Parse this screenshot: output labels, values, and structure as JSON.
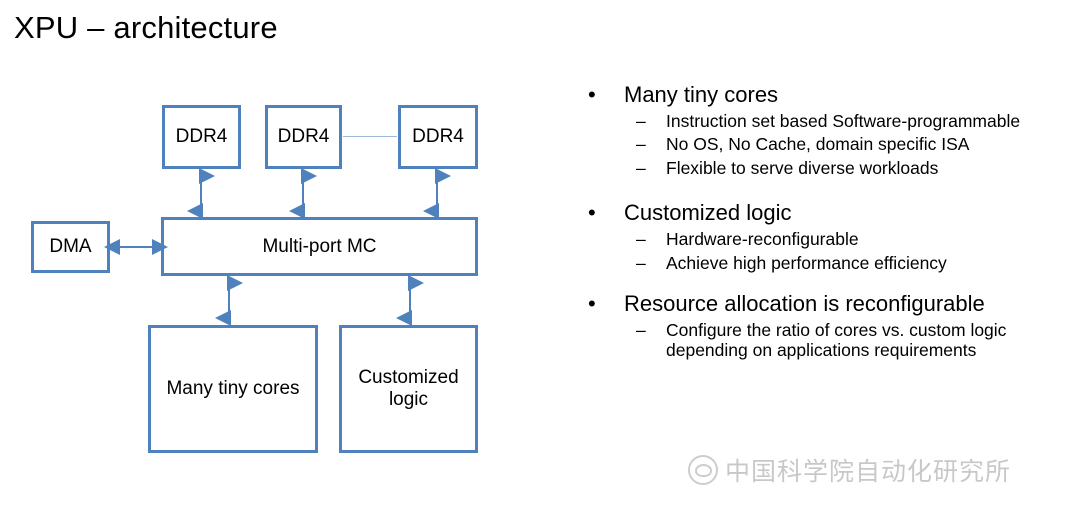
{
  "slide": {
    "title": "XPU – architecture"
  },
  "diagram": {
    "nodes": [
      {
        "id": "ddr4-1",
        "label": "DDR4"
      },
      {
        "id": "ddr4-2",
        "label": "DDR4"
      },
      {
        "id": "ddr4-3",
        "label": "DDR4"
      },
      {
        "id": "dma",
        "label": "DMA"
      },
      {
        "id": "mc",
        "label": "Multi-port MC"
      },
      {
        "id": "cores",
        "label": "Many tiny cores"
      },
      {
        "id": "custom",
        "label": "Customized logic"
      }
    ],
    "colors": {
      "node_border": "#4f81bd",
      "node_fill": "#ffffff",
      "arrow": "#4f81bd",
      "link_line": "#9db8d8"
    }
  },
  "bullets": [
    {
      "text": "Many tiny cores",
      "sub": [
        "Instruction set based Software-programmable",
        "No OS, No Cache, domain specific ISA",
        "Flexible to serve diverse workloads"
      ]
    },
    {
      "text": "Customized logic",
      "sub": [
        "Hardware-reconfigurable",
        "Achieve high performance efficiency"
      ]
    },
    {
      "text": "Resource allocation is reconfigurable",
      "sub": [
        "Configure the ratio of cores vs. custom logic depending on applications requirements"
      ]
    }
  ],
  "marks": {
    "level1": "•",
    "level2": "–"
  },
  "watermark": {
    "text": "中国科学院自动化研究所",
    "color": "#7d7d7d"
  }
}
